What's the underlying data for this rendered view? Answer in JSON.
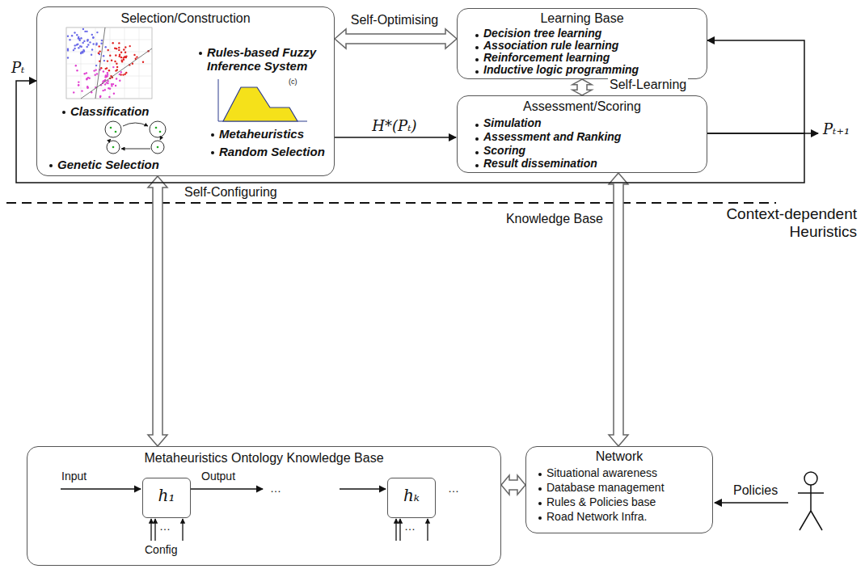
{
  "diagram": {
    "nodes": [
      {
        "text": [
          "Selection/Construction",
          "Rules-based Fuzzy Inference System",
          "Classification",
          "Metaheuristics",
          "Random Selection",
          "Genetic Selection"
        ]
      },
      {
        "text": [
          "Learning Base",
          "Decision tree learning",
          "Association rule learning",
          "Reinforcement learning",
          "Inductive logic programming"
        ]
      },
      {
        "text": [
          "Assessment/Scoring",
          "Simulation",
          "Assessment and Ranking",
          "Scoring",
          "Result dissemination"
        ]
      },
      {
        "text": [
          "Metaheuristics Ontology Knowledge Base",
          "Input",
          "Output",
          "…",
          "…",
          "…",
          "…",
          "Config"
        ]
      },
      {
        "text": [
          "h₁"
        ],
        "in": 3
      },
      {
        "text": [
          "hₖ"
        ],
        "in": 3
      },
      {
        "text": [
          "Network",
          "Situational awareness",
          "Database management",
          "Rules & Policies base",
          "Road Network Infra."
        ]
      }
    ],
    "edges": [
      {
        "from": 0,
        "to": 1,
        "label": "Self-Optimising",
        "arrow": "both"
      },
      {
        "from": 1,
        "to": 2,
        "label": "Self-Learning",
        "arrow": "both"
      },
      {
        "from": 0,
        "to": 2,
        "label": "H*(Pₜ)",
        "arrow": "to"
      },
      {
        "from": 0,
        "to": 3,
        "label": "Self-Configuring",
        "arrow": "both"
      },
      {
        "from": 2,
        "to": 6,
        "label": "Knowledge Base",
        "arrow": "both"
      },
      {
        "from": 3,
        "to": 6,
        "arrow": "both"
      },
      {
        "from": 2,
        "to": 1,
        "arrow": "to"
      },
      {
        "from": 2,
        "to": 0,
        "arrow": "to"
      }
    ],
    "labels": [
      "Pₜ",
      "Pₜ₊₁",
      "Context-dependent Heuristics",
      "Policies",
      "(c)"
    ]
  }
}
